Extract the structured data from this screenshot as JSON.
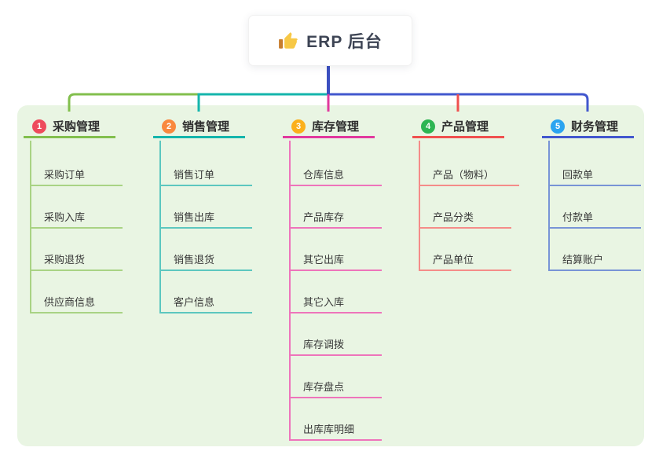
{
  "root": {
    "title": "ERP 后台",
    "icon": "thumbs-up-icon"
  },
  "colors": {
    "canvas_bg": "#ffffff",
    "panel_bg": "#e9f5e3",
    "root_text": "#3d4454",
    "root_trunk": "#3b4fc0",
    "branch_main": [
      "#82bf4d",
      "#14b5ac",
      "#e1399e",
      "#f0504f",
      "#4257ce"
    ],
    "branch_sub": [
      "#a9d384",
      "#5cc7bf",
      "#ee74bb",
      "#f58c89",
      "#7894d6"
    ],
    "badge": [
      "#ee4b5c",
      "#f9883e",
      "#fbb01b",
      "#2eb553",
      "#2ba4f0"
    ],
    "thumb_hand": "#f7c846",
    "thumb_cuff": "#c77d2e"
  },
  "branches": [
    {
      "index": "1",
      "label": "采购管理",
      "items": [
        "采购订单",
        "采购入库",
        "采购退货",
        "供应商信息"
      ]
    },
    {
      "index": "2",
      "label": "销售管理",
      "items": [
        "销售订单",
        "销售出库",
        "销售退货",
        "客户信息"
      ]
    },
    {
      "index": "3",
      "label": "库存管理",
      "items": [
        "仓库信息",
        "产品库存",
        "其它出库",
        "其它入库",
        "库存调拨",
        "库存盘点",
        "出库库明细"
      ]
    },
    {
      "index": "4",
      "label": "产品管理",
      "items": [
        "产品（物料）",
        "产品分类",
        "产品单位"
      ]
    },
    {
      "index": "5",
      "label": "财务管理",
      "items": [
        "回款单",
        "付款单",
        "结算账户"
      ]
    }
  ]
}
